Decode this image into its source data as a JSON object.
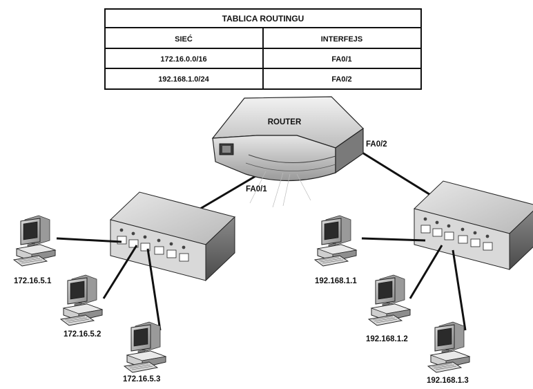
{
  "routing_table": {
    "title": "TABLICA ROUTINGU",
    "headers": [
      "SIEĆ",
      "INTERFEJS"
    ],
    "rows": [
      {
        "network": "172.16.0.0/16",
        "interface": "FA0/1"
      },
      {
        "network": "192.168.1.0/24",
        "interface": "FA0/2"
      }
    ]
  },
  "router": {
    "label": "ROUTER"
  },
  "interfaces": {
    "left": "FA0/1",
    "right": "FA0/2"
  },
  "hosts": {
    "left": [
      "172.16.5.1",
      "172.16.5.2",
      "172.16.5.3"
    ],
    "right": [
      "192.168.1.1",
      "192.168.1.2",
      "192.168.1.3"
    ]
  }
}
